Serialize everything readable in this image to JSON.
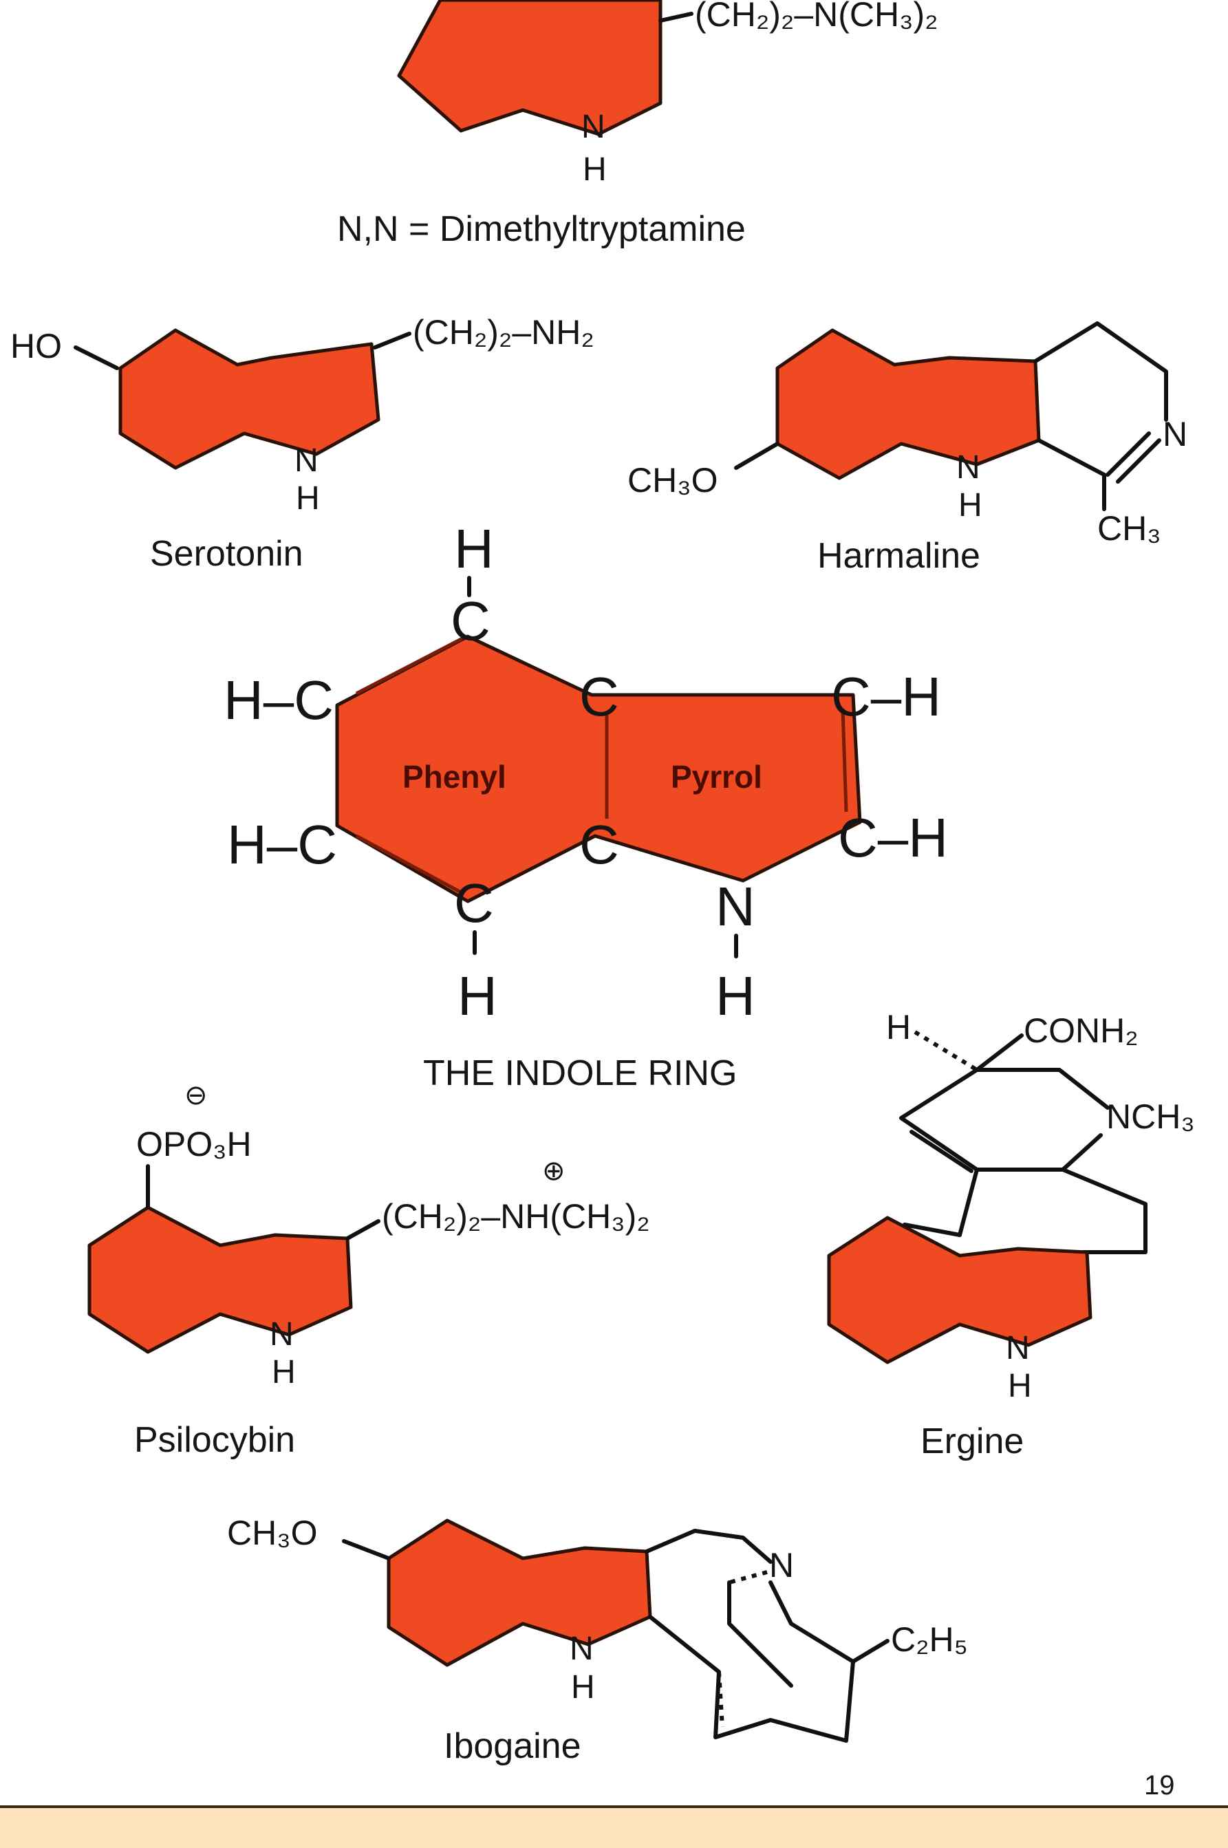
{
  "compounds": {
    "dmt": {
      "name": "N,N = Dimethyltryptamine",
      "side_chain": "(CH₂)₂–N(CH₃)₂",
      "nh": "N",
      "h": "H"
    },
    "serotonin": {
      "name": "Serotonin",
      "ho": "HO",
      "side_chain": "(CH₂)₂–NH₂",
      "nh": "N",
      "h": "H"
    },
    "harmaline": {
      "name": "Harmaline",
      "methoxy": "CH₃O",
      "ring_n": "N",
      "methyl": "CH₃",
      "nh": "N",
      "h": "H"
    },
    "psilocybin": {
      "name": "Psilocybin",
      "minus": "⊖",
      "phosphate": "OPO₃H",
      "plus": "⊕",
      "side_chain": "(CH₂)₂–NH(CH₃)₂",
      "nh": "N",
      "h": "H"
    },
    "ergine": {
      "name": "Ergine",
      "h_label": "H",
      "amide": "CONH₂",
      "nmethyl": "NCH₃",
      "nh": "N",
      "h": "H"
    },
    "ibogaine": {
      "name": "Ibogaine",
      "methoxy": "CH₃O",
      "bridge_n": "N",
      "ethyl": "C₂H₅",
      "nh": "N",
      "h": "H"
    }
  },
  "indole": {
    "title": "THE INDOLE RING",
    "phenyl": "Phenyl",
    "pyrrol": "Pyrrol",
    "atoms": {
      "h_top": "H",
      "c_top": "C",
      "h_left_upper": "H–C",
      "c_junction_top": "C",
      "ch_right_upper": "C–H",
      "h_left_lower": "H–C",
      "c_junction_bottom": "C",
      "ch_right_lower": "C–H",
      "c_bottom": "C",
      "h_bottom_left": "H",
      "n_ring": "N",
      "h_bottom_right": "H"
    }
  },
  "page_number": "19",
  "colors": {
    "ring_fill": "#ef4a22",
    "footer_band": "#fde3bd",
    "footer_rule": "#3a2a10"
  }
}
